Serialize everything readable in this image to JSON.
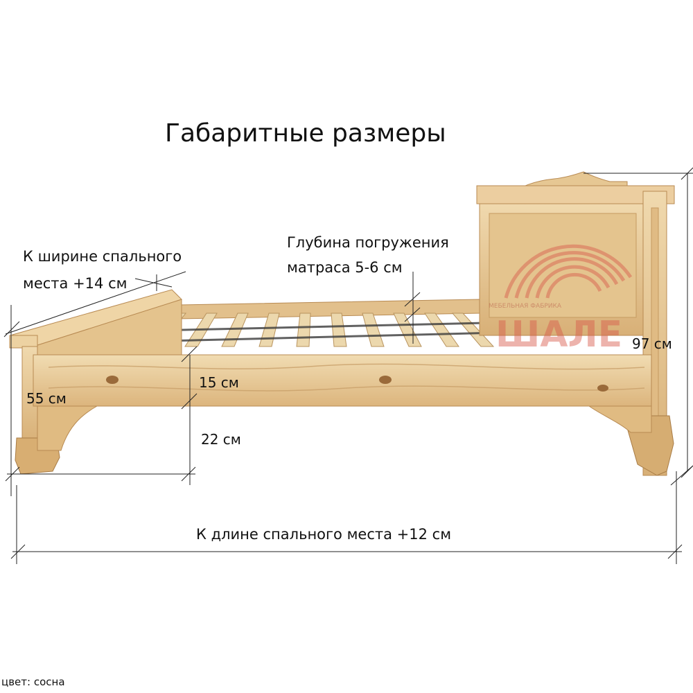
{
  "title": "Габаритные размеры",
  "labels": {
    "width_line1": "К ширине спального",
    "width_line2": "места +14 см",
    "depth_line1": "Глубина погружения",
    "depth_line2": "матраса 5-6 см",
    "headboard_height": "97 см",
    "foot_height": "55 см",
    "frame_height": "15 см",
    "clearance": "22 см",
    "length": "К длине спального места +12 см"
  },
  "watermark_text": "ШАЛЕ",
  "watermark_subtext": "МЕБЕЛЬНАЯ ФАБРИКА",
  "footer": {
    "color_note": "цвет: сосна"
  },
  "colors": {
    "wood_light": "#e9cfa0",
    "wood_mid": "#d9b47c",
    "wood_dark": "#c79a5e",
    "slat": "#ead6ac",
    "line": "#222222",
    "watermark": "#d8584a"
  }
}
